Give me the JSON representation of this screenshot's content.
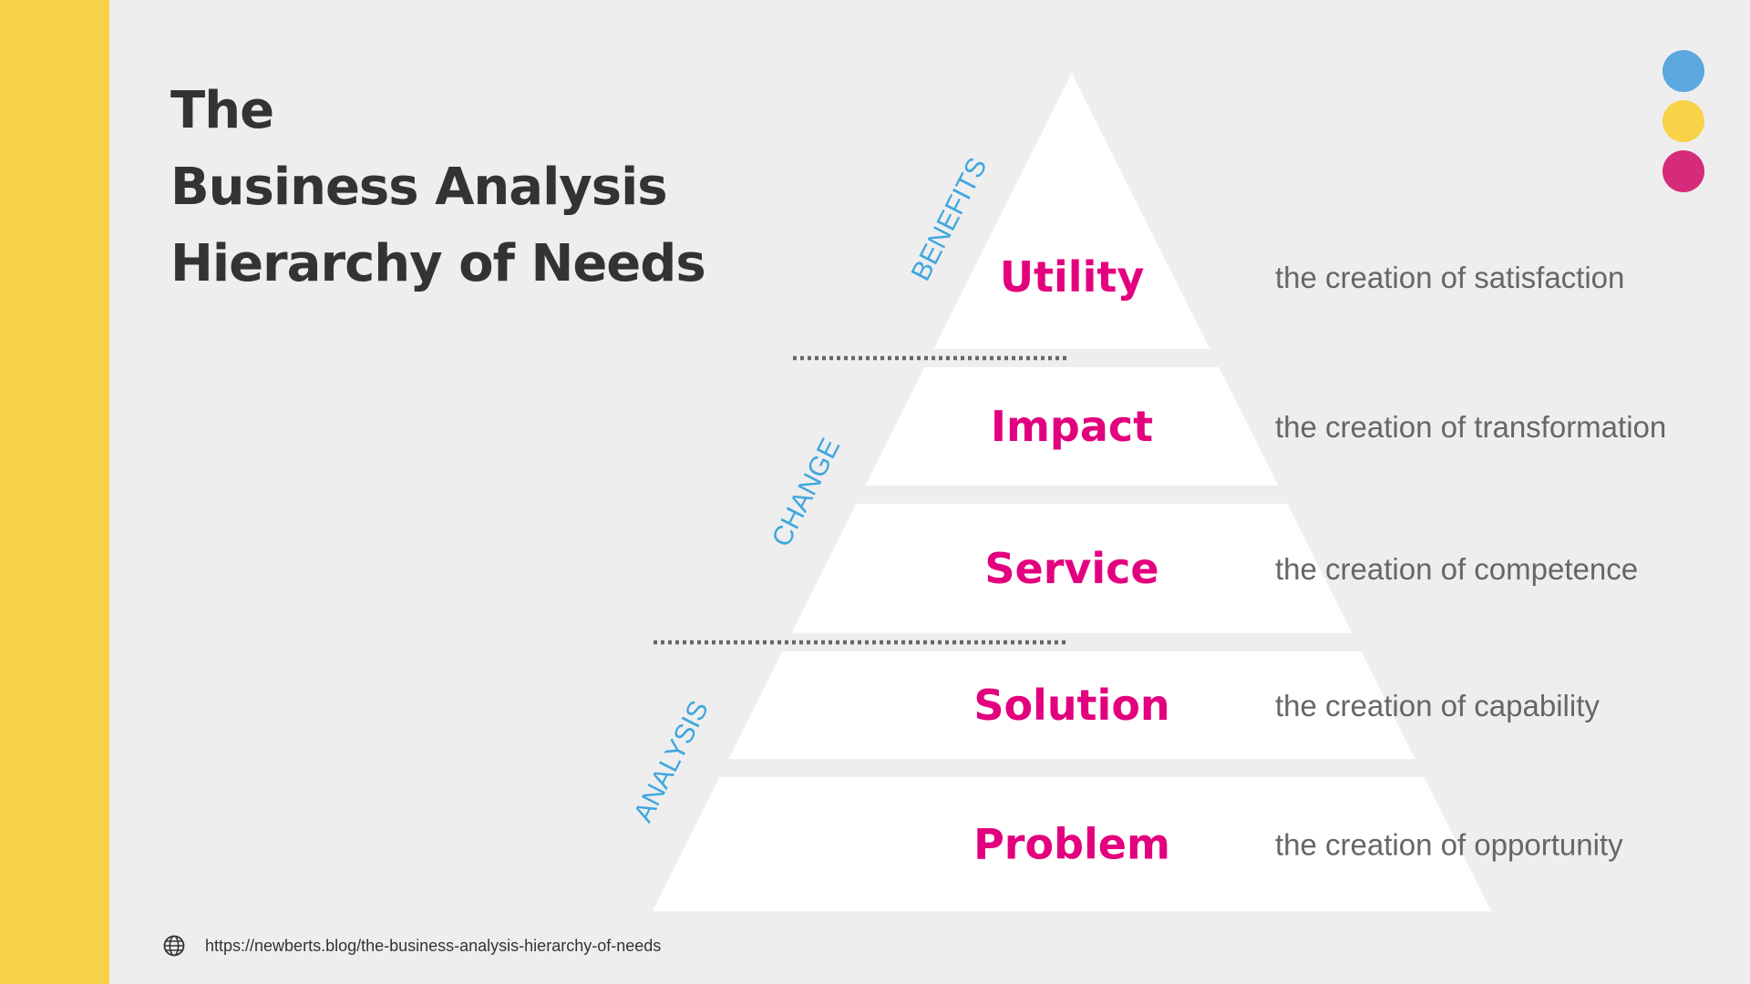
{
  "title": {
    "line1": "The",
    "line2": "Business Analysis",
    "line3": "Hierarchy of Needs"
  },
  "colors": {
    "yellow": "#f8d247",
    "blue": "#5aa8de",
    "magenta": "#d62a7a",
    "tier_label": "#e3007e",
    "phase_label": "#3fa7df",
    "description": "#666666",
    "background": "#eeeeee"
  },
  "dots": [
    {
      "name": "blue-dot",
      "color": "#5aa8de"
    },
    {
      "name": "yellow-dot",
      "color": "#f8d247"
    },
    {
      "name": "magenta-dot",
      "color": "#d62a7a"
    }
  ],
  "tiers": [
    {
      "label": "Utility",
      "description": "the creation of satisfaction"
    },
    {
      "label": "Impact",
      "description": "the creation of transformation"
    },
    {
      "label": "Service",
      "description": "the creation of competence"
    },
    {
      "label": "Solution",
      "description": "the creation of capability"
    },
    {
      "label": "Problem",
      "description": "the creation of opportunity"
    }
  ],
  "phases": [
    {
      "label": "BENEFITS"
    },
    {
      "label": "CHANGE"
    },
    {
      "label": "ANALYSIS"
    }
  ],
  "footer": {
    "icon": "globe-icon",
    "url": "https://newberts.blog/the-business-analysis-hierarchy-of-needs"
  }
}
